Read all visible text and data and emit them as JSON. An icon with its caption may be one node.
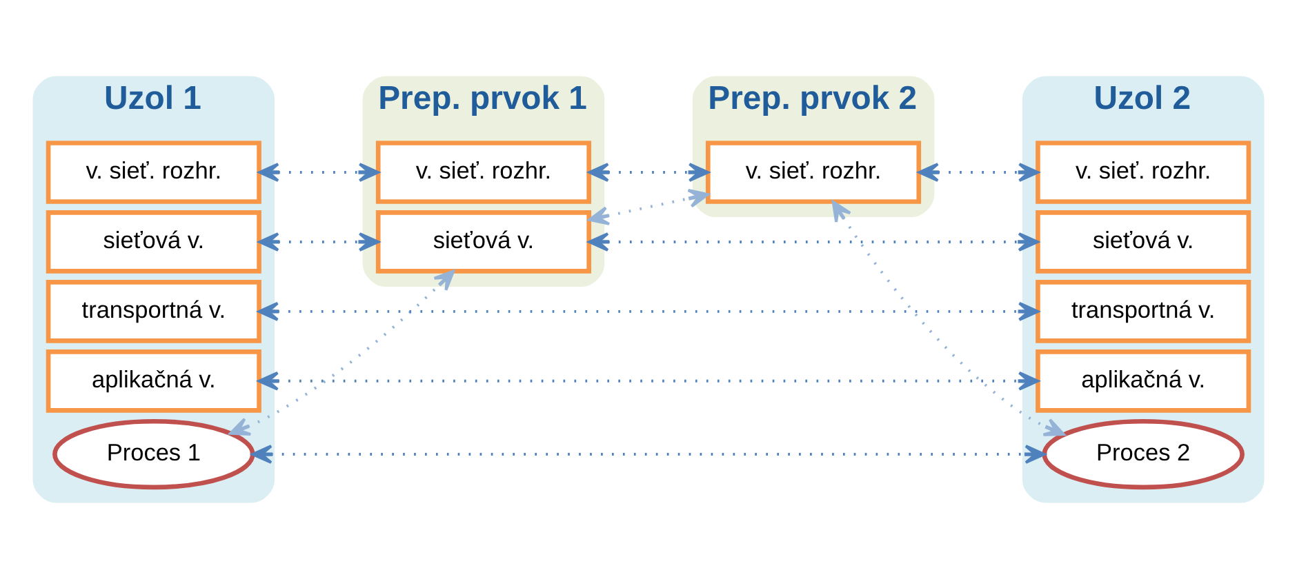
{
  "diagram": {
    "nodes": [
      {
        "text": [
          "Uzol 1"
        ]
      },
      {
        "text": [
          "Proces 1"
        ],
        "in": 0
      },
      {
        "text": [
          "aplikačná v."
        ],
        "in": 0
      },
      {
        "text": [
          "transportná v."
        ],
        "in": 0
      },
      {
        "text": [
          "sieťová v."
        ],
        "in": 0
      },
      {
        "text": [
          "v. sieť. rozhr."
        ],
        "in": 0
      },
      {
        "text": [
          "Prep. prvok 1"
        ]
      },
      {
        "text": [
          "sieťová v."
        ],
        "in": 6
      },
      {
        "text": [
          "v. sieť. rozhr."
        ],
        "in": 6
      },
      {
        "text": [
          "Prep. prvok 2"
        ]
      },
      {
        "text": [
          "v. sieť. rozhr."
        ],
        "in": 9
      },
      {
        "text": [
          "Uzol 2"
        ]
      },
      {
        "text": [
          "Proces 2"
        ],
        "in": 11
      },
      {
        "text": [
          "aplikačná v."
        ],
        "in": 11
      },
      {
        "text": [
          "transportná v."
        ],
        "in": 11
      },
      {
        "text": [
          "sieťová v."
        ],
        "in": 11
      },
      {
        "text": [
          "v. sieť. rozhr."
        ],
        "in": 11
      }
    ],
    "edges": [
      {
        "from": 1,
        "to": 12,
        "arrow": "both"
      },
      {
        "from": 2,
        "to": 13,
        "arrow": "both"
      },
      {
        "from": 3,
        "to": 14,
        "arrow": "both"
      },
      {
        "from": 4,
        "to": 7,
        "arrow": "both"
      },
      {
        "from": 7,
        "to": 15,
        "arrow": "both"
      },
      {
        "from": 5,
        "to": 8,
        "arrow": "both"
      },
      {
        "from": 8,
        "to": 10,
        "arrow": "both"
      },
      {
        "from": 10,
        "to": 16,
        "arrow": "both"
      },
      {
        "from": 1,
        "to": 7,
        "arrow": "both",
        "color": "#95b3d7"
      },
      {
        "from": 7,
        "to": 10,
        "arrow": "both",
        "color": "#95b3d7"
      },
      {
        "from": 10,
        "to": 12,
        "arrow": "both",
        "color": "#95b3d7"
      }
    ]
  }
}
